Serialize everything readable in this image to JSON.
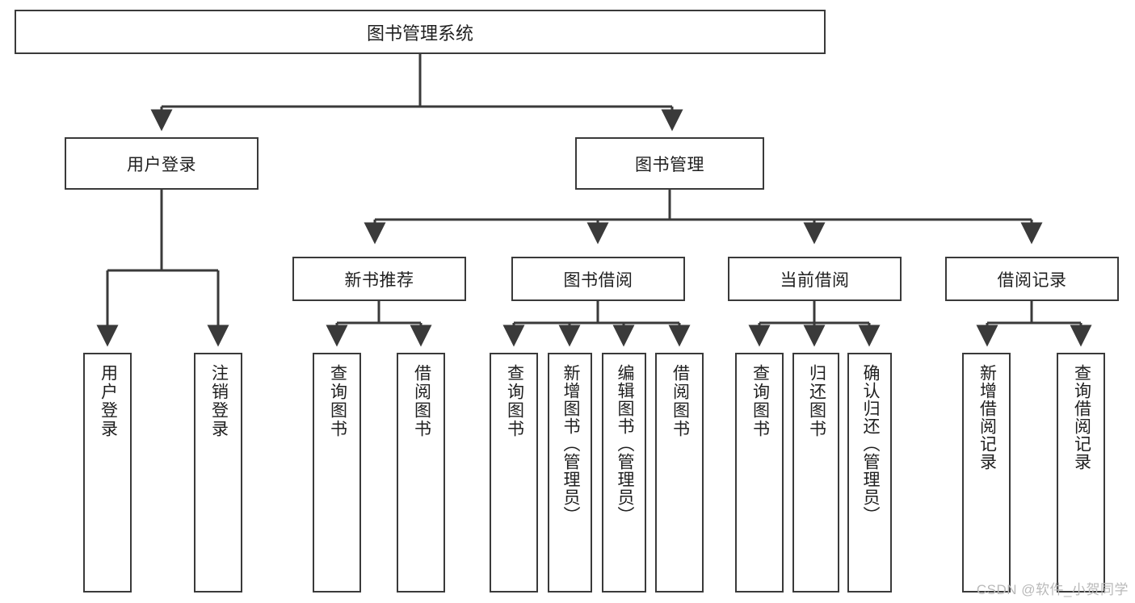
{
  "diagram": {
    "type": "tree",
    "title": "图书管理系统",
    "root": {
      "label": "图书管理系统"
    },
    "level2": [
      {
        "id": "user-login",
        "label": "用户登录"
      },
      {
        "id": "book-manage",
        "label": "图书管理"
      }
    ],
    "level3": [
      {
        "id": "new-book-recommend",
        "label": "新书推荐",
        "parent": "book-manage"
      },
      {
        "id": "book-borrow",
        "label": "图书借阅",
        "parent": "book-manage"
      },
      {
        "id": "current-borrow",
        "label": "当前借阅",
        "parent": "book-manage"
      },
      {
        "id": "borrow-record",
        "label": "借阅记录",
        "parent": "book-manage"
      }
    ],
    "leaves": [
      {
        "id": "leaf-user-login",
        "label": "用户登录",
        "parent": "user-login"
      },
      {
        "id": "leaf-logout",
        "label": "注销登录",
        "parent": "user-login"
      },
      {
        "id": "leaf-query-book-1",
        "label": "查询图书",
        "parent": "new-book-recommend"
      },
      {
        "id": "leaf-borrow-book-1",
        "label": "借阅图书",
        "parent": "new-book-recommend"
      },
      {
        "id": "leaf-query-book-2",
        "label": "查询图书",
        "parent": "book-borrow"
      },
      {
        "id": "leaf-add-book",
        "label": "新增图书（管理员）",
        "parent": "book-borrow"
      },
      {
        "id": "leaf-edit-book",
        "label": "编辑图书（管理员）",
        "parent": "book-borrow"
      },
      {
        "id": "leaf-borrow-book-2",
        "label": "借阅图书",
        "parent": "book-borrow"
      },
      {
        "id": "leaf-query-book-3",
        "label": "查询图书",
        "parent": "current-borrow"
      },
      {
        "id": "leaf-return-book",
        "label": "归还图书",
        "parent": "current-borrow"
      },
      {
        "id": "leaf-confirm-return",
        "label": "确认归还（管理员）",
        "parent": "current-borrow"
      },
      {
        "id": "leaf-add-record",
        "label": "新增借阅记录",
        "parent": "borrow-record"
      },
      {
        "id": "leaf-query-record",
        "label": "查询借阅记录",
        "parent": "borrow-record"
      }
    ],
    "colors": {
      "stroke": "#3a3a3a",
      "box_fill": "#ffffff",
      "text": "#1f1f1f",
      "watermark": "#b9b9b9"
    }
  },
  "watermark": {
    "text": "CSDN @软件_小贺同学"
  }
}
